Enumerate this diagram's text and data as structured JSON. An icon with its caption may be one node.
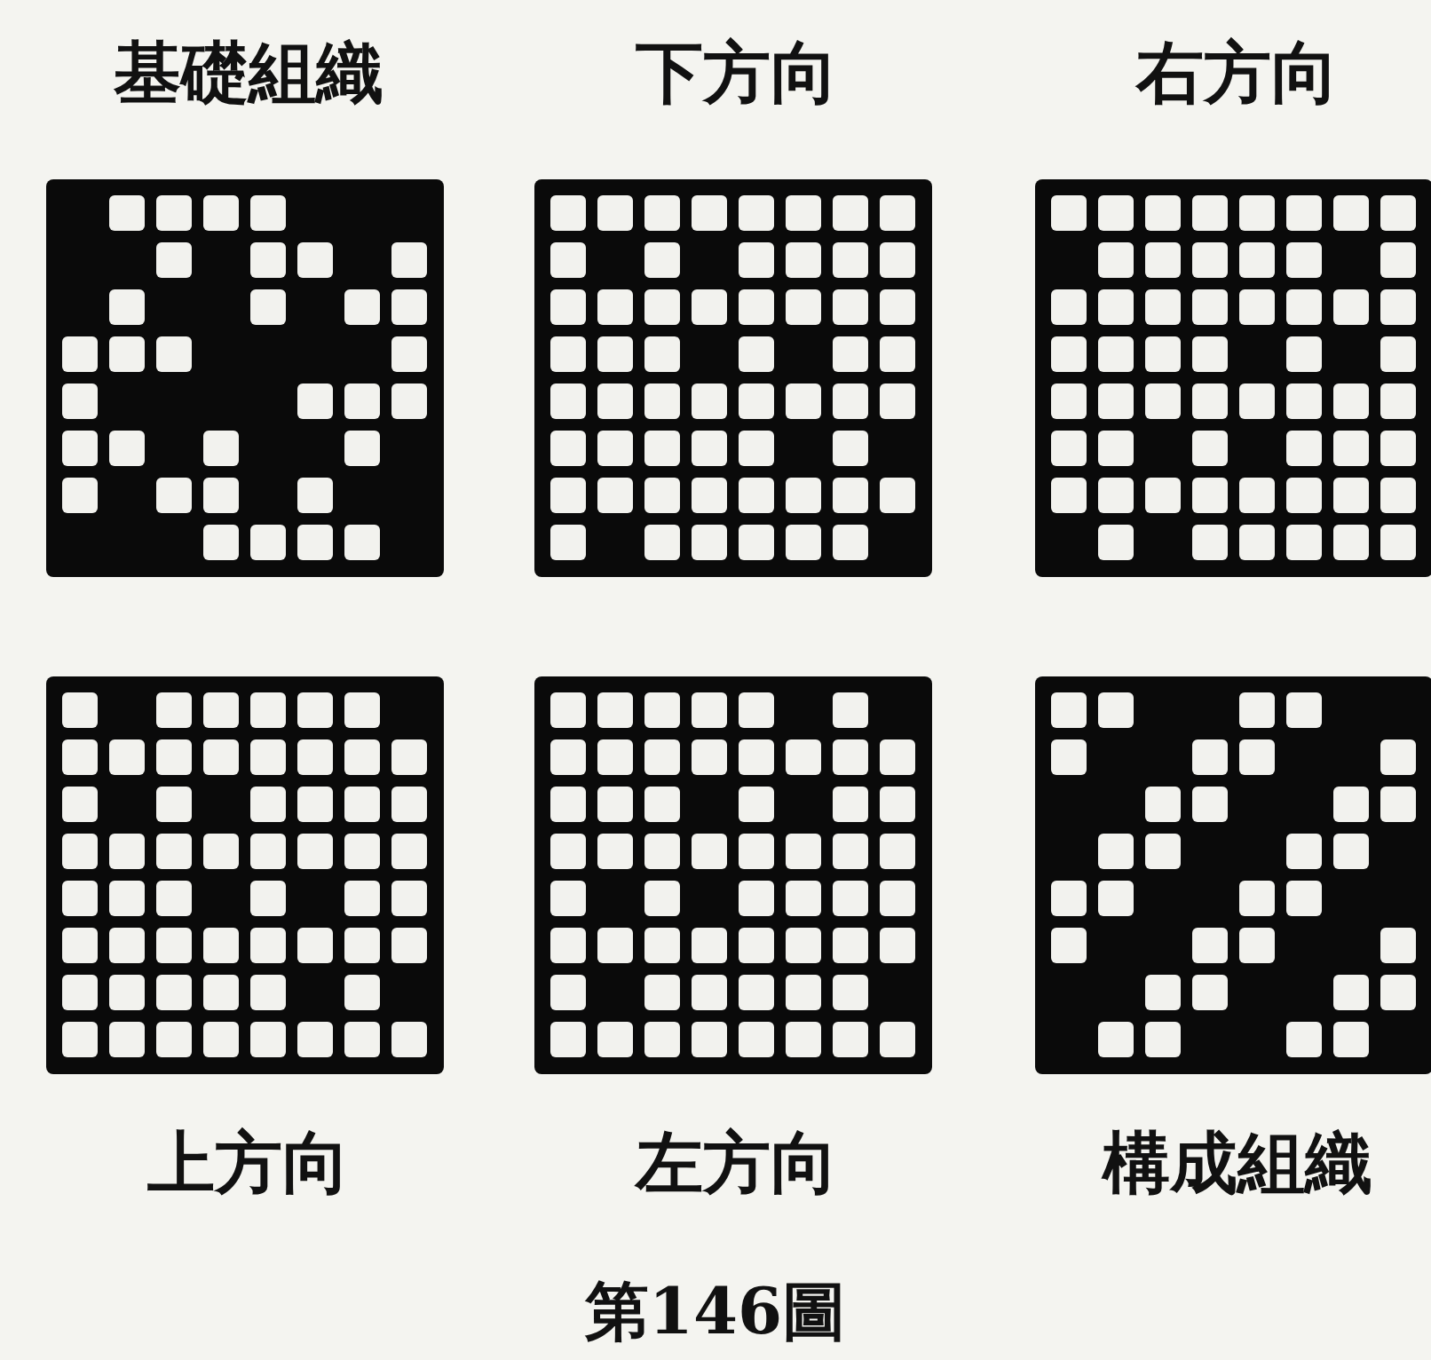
{
  "diagram": {
    "caption": "第146圖",
    "nodes": [
      {
        "text": [
          "基礎組織"
        ]
      },
      {
        "text": [
          "下方向"
        ]
      },
      {
        "text": [
          "右方向"
        ]
      },
      {
        "text": [
          "上方向"
        ]
      },
      {
        "text": [
          "左方向"
        ]
      },
      {
        "text": [
          "構成組織"
        ]
      }
    ]
  }
}
